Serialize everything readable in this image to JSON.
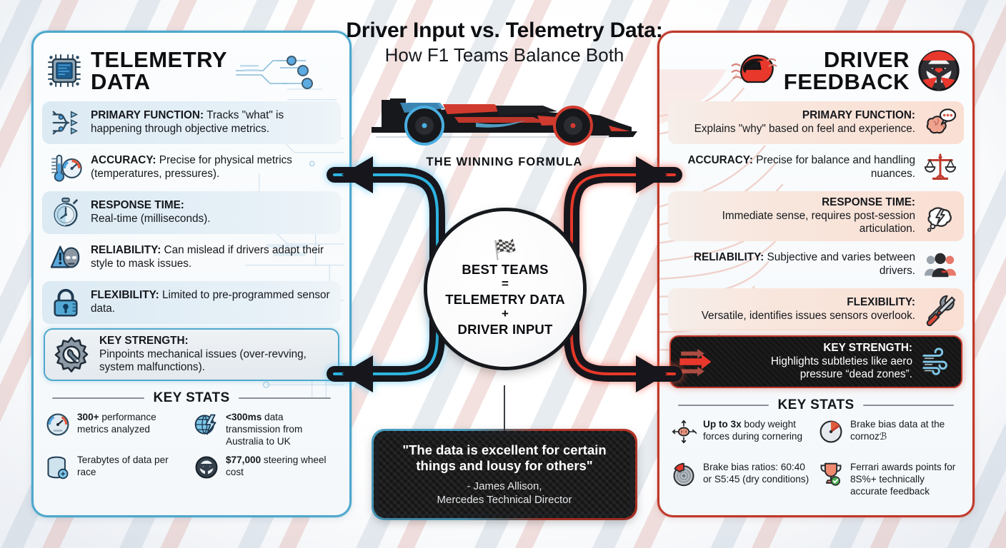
{
  "meta": {
    "accent_blue": "#4fa8cd",
    "accent_red": "#c0392b",
    "dark": "#151515"
  },
  "title": {
    "main": "Driver Input vs. Telemetry Data:",
    "sub": "How F1 Teams Balance Both"
  },
  "center": {
    "winning_formula": "THE WINNING FORMULA",
    "car_icon": "f1-car-icon",
    "hub": {
      "flag_icon": "checkered-flag-icon",
      "line1": "BEST TEAMS",
      "op1": "=",
      "line2": "TELEMETRY DATA",
      "op2": "+",
      "line3": "DRIVER INPUT"
    },
    "quote": {
      "text": "\"The data is excellent for certain things and lousy for others\"",
      "attribution": "- James Allison,\nMercedes Technical Director",
      "attribution_line1": "- James Allison,",
      "attribution_line2": "Mercedes Technical Director"
    }
  },
  "telemetry": {
    "header": {
      "title_line1": "TELEMETRY",
      "title_line2": "DATA",
      "icon": "microchip-icon",
      "deco_icon": "circuit-traces-icon"
    },
    "rows": [
      {
        "icon": "data-flow-arrows-icon",
        "label": "PRIMARY FUNCTION:",
        "body": "Tracks \"what\" is happening through objective metrics.",
        "shaded": true
      },
      {
        "icon": "thermometer-gauge-icon",
        "label": "ACCURACY:",
        "body": "Precise for physical metrics (temperatures, pressures).",
        "shaded": false
      },
      {
        "icon": "stopwatch-icon",
        "label": "RESPONSE TIME:",
        "body": "Real-time (milliseconds).",
        "shaded": true
      },
      {
        "icon": "warning-mask-icon",
        "label": "RELIABILITY:",
        "body": "Can mislead if drivers adapt their style to mask issues.",
        "shaded": false
      },
      {
        "icon": "padlock-icon",
        "label": "FLEXIBILITY:",
        "body": "Limited to pre-programmed sensor data.",
        "shaded": true
      }
    ],
    "key_strength": {
      "icon": "gear-wrench-icon",
      "label": "KEY STRENGTH:",
      "body": "Pinpoints mechanical issues (over-revving, system malfunctions)."
    },
    "stats_label": "KEY STATS",
    "stats": [
      {
        "icon": "speedometer-icon",
        "bold": "300+",
        "text": " performance metrics analyzed"
      },
      {
        "icon": "globe-bolt-icon",
        "bold": "<300ms",
        "text": " data transmission from Australia to UK"
      },
      {
        "icon": "database-icon",
        "bold": "",
        "text": "Terabytes of data per race"
      },
      {
        "icon": "steering-wheel-icon",
        "bold": "$77,000",
        "text": " steering wheel cost"
      }
    ]
  },
  "driver": {
    "header": {
      "title_line1": "DRIVER",
      "title_line2": "FEEDBACK",
      "icon_left": "racing-helmet-icon",
      "icon_right": "steering-wheel-icon"
    },
    "rows": [
      {
        "icon": "brain-speech-bubble-icon",
        "label": "PRIMARY FUNCTION:",
        "body": "Explains \"why\" based on feel and experience.",
        "shaded": true
      },
      {
        "icon": "balance-scale-icon",
        "label": "ACCURACY:",
        "body": "Precise for balance and handling nuances.",
        "shaded": false
      },
      {
        "icon": "thought-bolt-icon",
        "label": "RESPONSE TIME:",
        "body": "Immediate sense, requires post-session articulation.",
        "shaded": true
      },
      {
        "icon": "three-people-icon",
        "label": "RELIABILITY:",
        "body": "Subjective and varies between drivers.",
        "shaded": false
      },
      {
        "icon": "wrench-screwdriver-icon",
        "label": "FLEXIBILITY:",
        "body": "Versatile, identifies issues sensors overlook.",
        "shaded": true
      }
    ],
    "key_strength": {
      "icon": "red-arrows-icon",
      "accent_icon": "wind-icon",
      "label": "KEY STRENGTH:",
      "body": "Highlights subtleties like aero pressure “dead zones”."
    },
    "stats_label": "KEY STATS",
    "stats": [
      {
        "icon": "g-force-body-icon",
        "bold": "Up to 3x",
        "text": " body weight forces during cornering"
      },
      {
        "icon": "brake-gauge-icon",
        "bold": "",
        "text": "Brake bias data at the cornozℬ"
      },
      {
        "icon": "brake-disc-icon",
        "bold": "",
        "text": "Brake bias ratios: 60:40 or S5:45 (dry conditions)"
      },
      {
        "icon": "trophy-check-icon",
        "bold": "",
        "text": "Ferrari awards points for 8S%+ technically accurate feedback"
      }
    ]
  }
}
